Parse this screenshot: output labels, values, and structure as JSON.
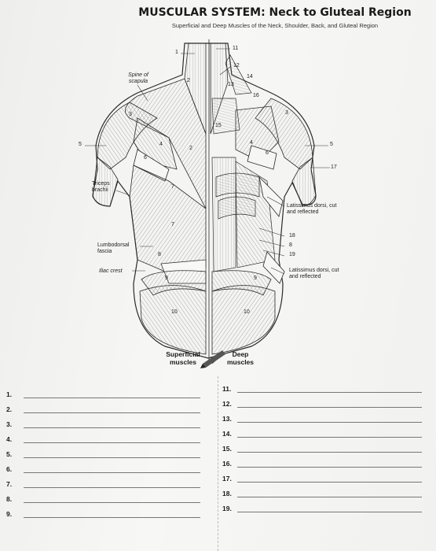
{
  "header": {
    "title": "MUSCULAR SYSTEM: Neck to Gluteal Region",
    "subtitle": "Superficial and Deep Muscles of the Neck, Shoulder, Back, and Gluteal Region"
  },
  "figure": {
    "labels": {
      "spine_of_scapula": "Spine of scapula",
      "triceps_brachii": "Triceps brachii",
      "lumbodorsal_fascia": "Lumbodorsal fascia",
      "iliac_crest": "Iliac crest",
      "latissimus_cut_1": "Latissimus dorsi, cut and reflected",
      "latissimus_cut_2": "Latissimus dorsi, cut and reflected"
    },
    "side_captions": {
      "left": "Superficial muscles",
      "right": "Deep muscles"
    },
    "numbers": [
      "1",
      "2",
      "2",
      "3",
      "3",
      "4",
      "4",
      "5",
      "5",
      "6",
      "6",
      "7",
      "7",
      "8",
      "8",
      "9",
      "9",
      "10",
      "10",
      "11",
      "12",
      "13",
      "14",
      "15",
      "16",
      "17",
      "18",
      "19"
    ]
  },
  "answers": {
    "left": [
      "1.",
      "2.",
      "3.",
      "4.",
      "5.",
      "6.",
      "7.",
      "8.",
      "9."
    ],
    "right": [
      "11.",
      "12.",
      "13.",
      "14.",
      "15.",
      "16.",
      "17.",
      "18.",
      "19."
    ]
  }
}
